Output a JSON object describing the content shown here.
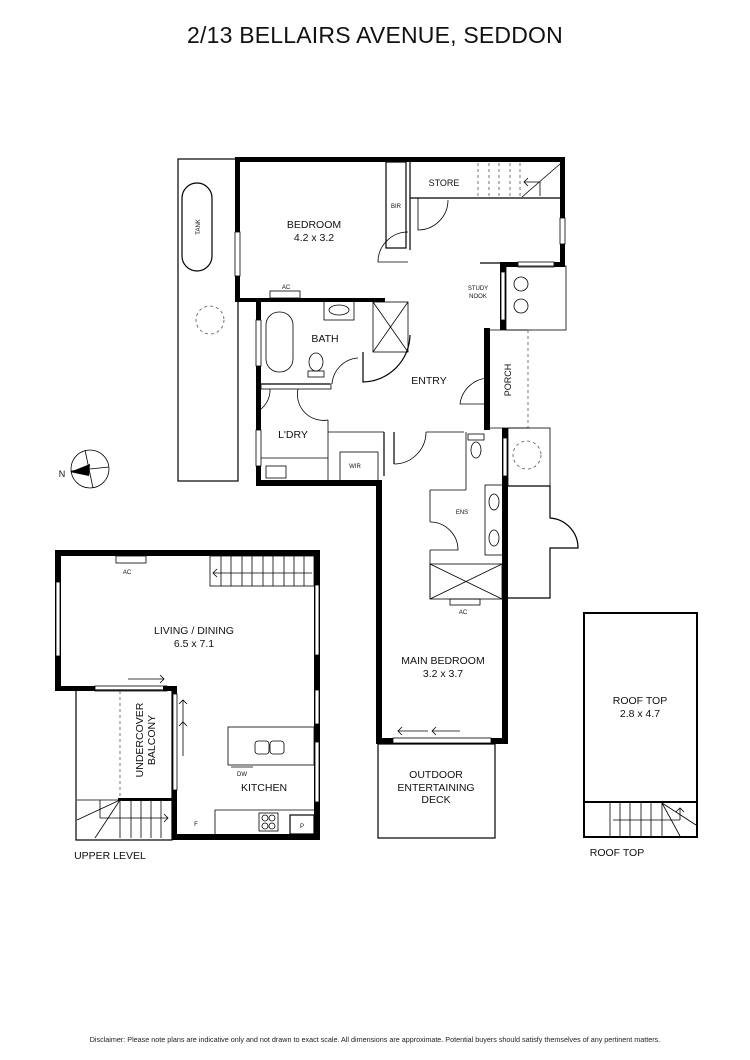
{
  "title": "2/13 BELLAIRS AVENUE, SEDDON",
  "compass": {
    "label": "N",
    "icon": "north-arrow-icon"
  },
  "ground_floor": {
    "rooms": [
      {
        "id": "tank",
        "label": "TANK"
      },
      {
        "id": "bedroom",
        "label": "BEDROOM",
        "dims": "4.2 x 3.2"
      },
      {
        "id": "bir",
        "label": "BIR"
      },
      {
        "id": "store",
        "label": "STORE"
      },
      {
        "id": "study",
        "label": "STUDY",
        "label2": "NOOK"
      },
      {
        "id": "bath",
        "label": "BATH"
      },
      {
        "id": "entry",
        "label": "ENTRY"
      },
      {
        "id": "porch",
        "label": "PORCH"
      },
      {
        "id": "ldry",
        "label": "L'DRY"
      },
      {
        "id": "wir",
        "label": "WIR"
      },
      {
        "id": "ens",
        "label": "ENS"
      },
      {
        "id": "main_bedroom",
        "label": "MAIN BEDROOM",
        "dims": "3.2 x 3.7"
      },
      {
        "id": "deck",
        "label": "OUTDOOR",
        "label2": "ENTERTAINING",
        "label3": "DECK"
      }
    ],
    "fixtures": {
      "ac_bedroom": "AC",
      "ac_main": "AC"
    }
  },
  "upper_level": {
    "caption": "UPPER LEVEL",
    "rooms": [
      {
        "id": "living",
        "label": "LIVING / DINING",
        "dims": "6.5 x 7.1"
      },
      {
        "id": "balcony",
        "label": "UNDERCOVER",
        "label2": "BALCONY"
      },
      {
        "id": "kitchen",
        "label": "KITCHEN"
      }
    ],
    "fixtures": {
      "ac": "AC",
      "dw": "DW",
      "fridge": "F",
      "pantry": "P"
    }
  },
  "roof_top": {
    "caption": "ROOF TOP",
    "label": "ROOF TOP",
    "dims": "2.8 x 4.7"
  },
  "disclaimer": "Disclaimer: Please note plans are indicative only and not drawn to exact scale. All dimensions are approximate. Potential buyers should satisfy themselves of any pertinent matters."
}
